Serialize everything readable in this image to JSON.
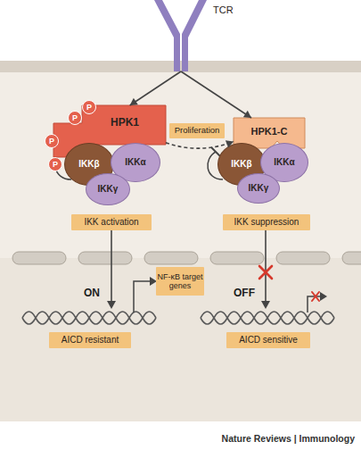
{
  "diagram": {
    "nodes": [
      {
        "text": [
          "TCR"
        ]
      },
      {
        "text": [
          "HPK1"
        ]
      },
      {
        "text": [
          "P"
        ]
      },
      {
        "text": [
          "P"
        ]
      },
      {
        "text": [
          "P"
        ]
      },
      {
        "text": [
          "P"
        ]
      },
      {
        "text": [
          "IKKβ"
        ]
      },
      {
        "text": [
          "IKKα"
        ]
      },
      {
        "text": [
          "IKKγ"
        ]
      },
      {
        "text": [
          "Proliferation"
        ]
      },
      {
        "text": [
          "HPK1-C"
        ]
      },
      {
        "text": [
          "IKKβ"
        ]
      },
      {
        "text": [
          "IKKα"
        ]
      },
      {
        "text": [
          "IKKγ"
        ]
      },
      {
        "text": [
          "IKK activation"
        ]
      },
      {
        "text": [
          "IKK suppression"
        ]
      },
      {
        "text": [
          "NF-κB target genes"
        ]
      },
      {
        "text": [
          "AICD resistant"
        ]
      },
      {
        "text": [
          "AICD sensitive"
        ]
      }
    ],
    "edges": [
      {
        "from": 0,
        "to": 1,
        "arrow": "to"
      },
      {
        "from": 0,
        "to": 10,
        "arrow": "to"
      },
      {
        "from": 1,
        "to": 10,
        "arrow": "to"
      }
    ],
    "labels": [
      "ON",
      "OFF",
      "Nature Reviews | Immunology"
    ]
  }
}
